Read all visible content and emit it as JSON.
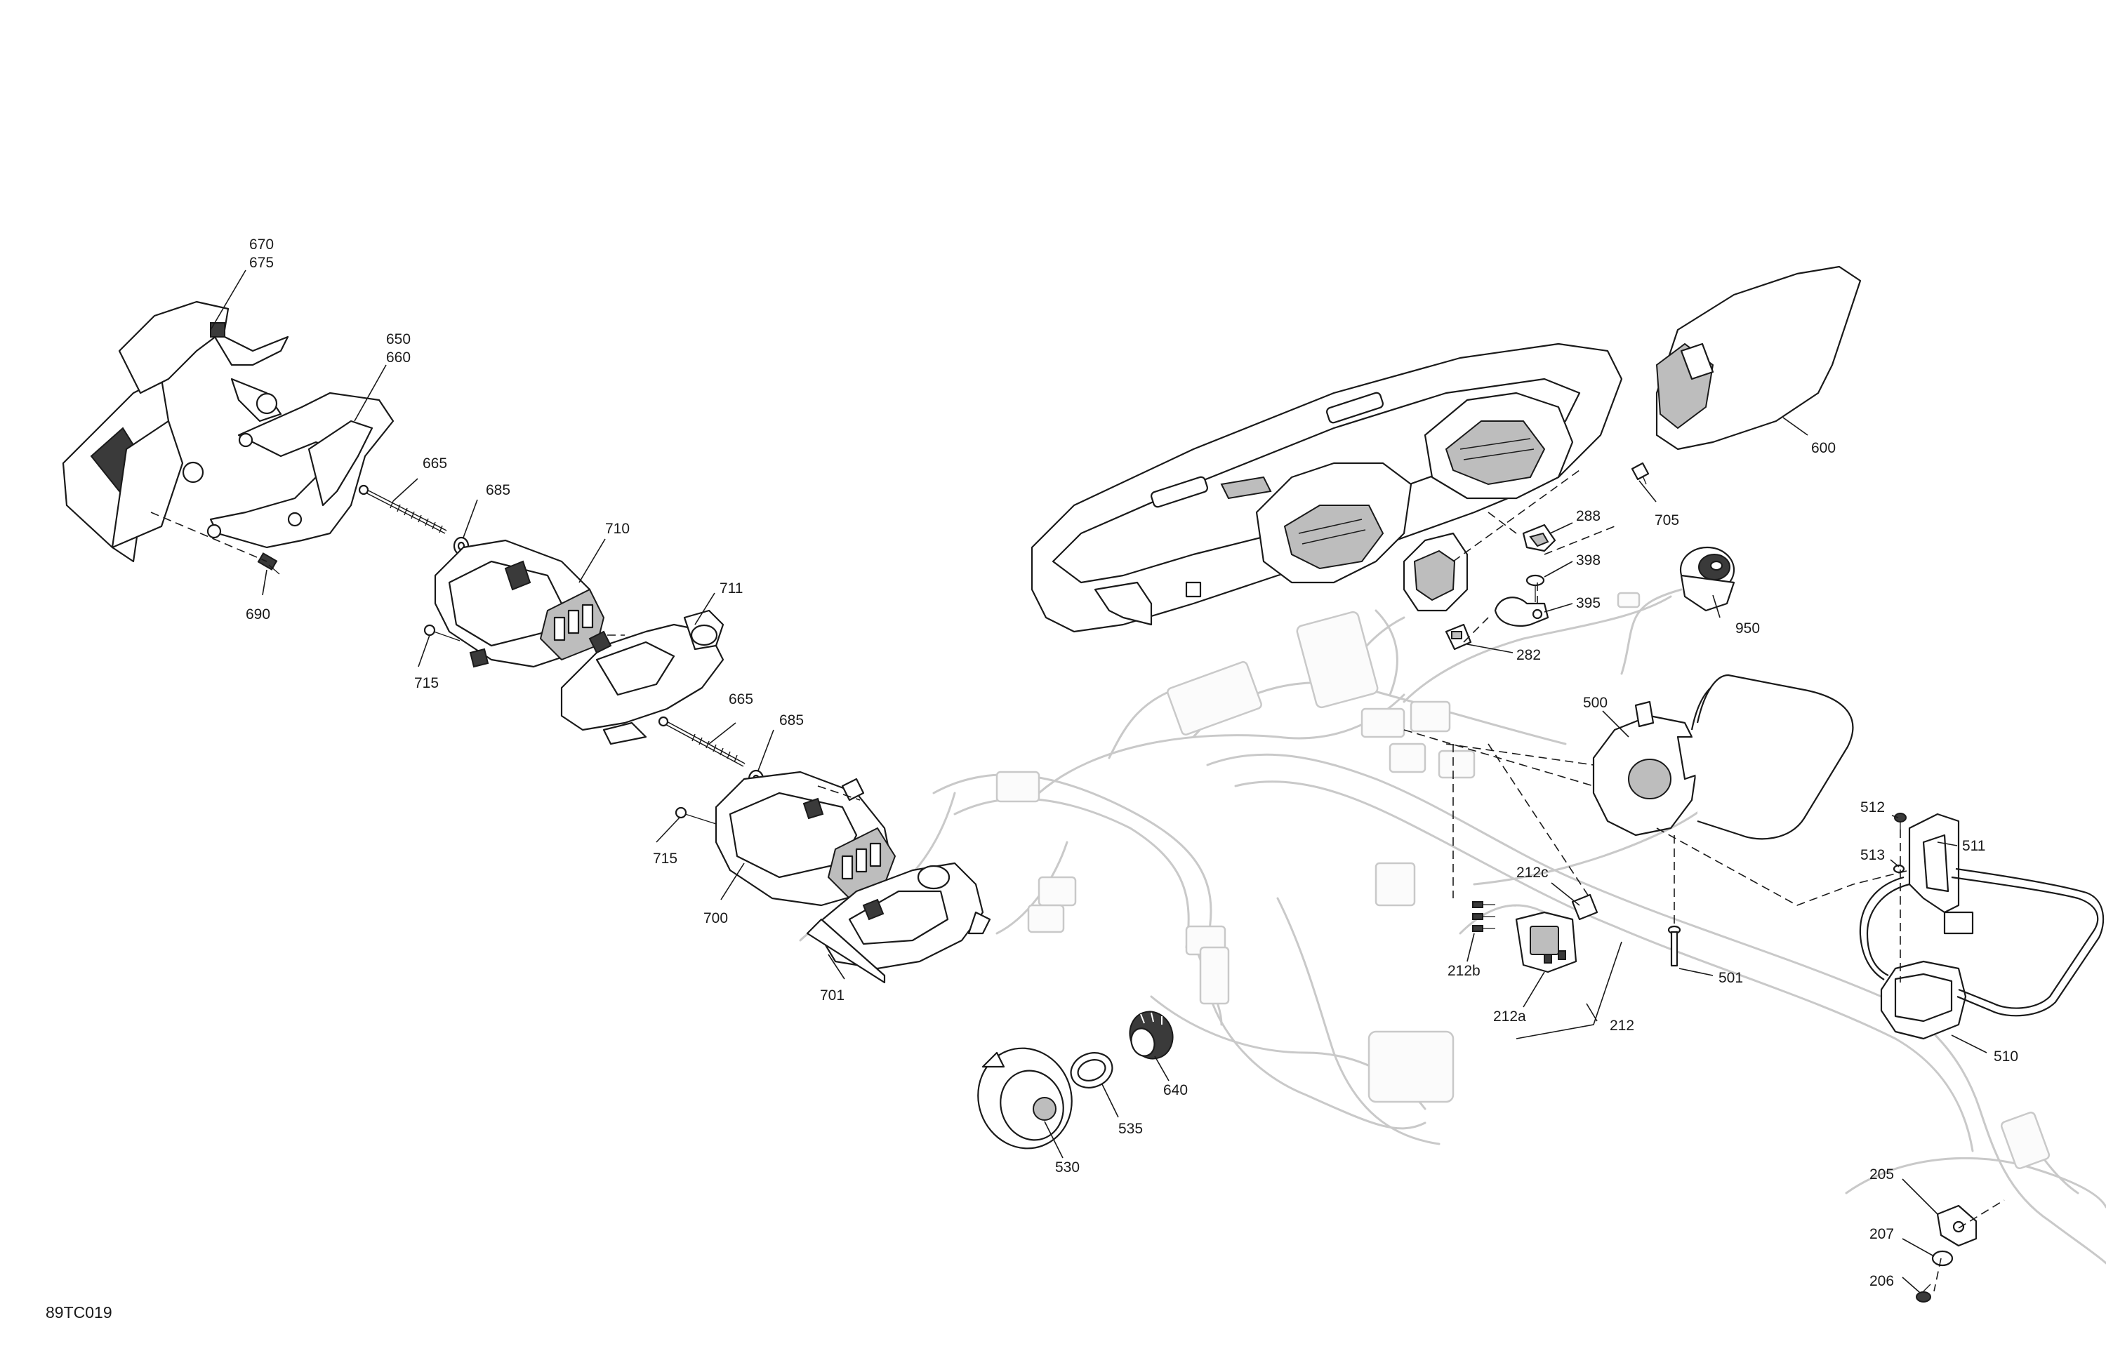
{
  "figure_code": "89TC019",
  "callouts": [
    {
      "id": "c670",
      "lines": [
        "670",
        "675"
      ]
    },
    {
      "id": "c650",
      "lines": [
        "650",
        "660"
      ]
    },
    {
      "id": "c665a",
      "lines": [
        "665"
      ]
    },
    {
      "id": "c685a",
      "lines": [
        "685"
      ]
    },
    {
      "id": "c710",
      "lines": [
        "710"
      ]
    },
    {
      "id": "c711",
      "lines": [
        "711"
      ]
    },
    {
      "id": "c690",
      "lines": [
        "690"
      ]
    },
    {
      "id": "c715a",
      "lines": [
        "715"
      ]
    },
    {
      "id": "c665b",
      "lines": [
        "665"
      ]
    },
    {
      "id": "c685b",
      "lines": [
        "685"
      ]
    },
    {
      "id": "c715b",
      "lines": [
        "715"
      ]
    },
    {
      "id": "c700",
      "lines": [
        "700"
      ]
    },
    {
      "id": "c701",
      "lines": [
        "701"
      ]
    },
    {
      "id": "c600",
      "lines": [
        "600"
      ]
    },
    {
      "id": "c705",
      "lines": [
        "705"
      ]
    },
    {
      "id": "c288",
      "lines": [
        "288"
      ]
    },
    {
      "id": "c398",
      "lines": [
        "398"
      ]
    },
    {
      "id": "c395",
      "lines": [
        "395"
      ]
    },
    {
      "id": "c950",
      "lines": [
        "950"
      ]
    },
    {
      "id": "c282",
      "lines": [
        "282"
      ]
    },
    {
      "id": "c500",
      "lines": [
        "500"
      ]
    },
    {
      "id": "c512",
      "lines": [
        "512"
      ]
    },
    {
      "id": "c511",
      "lines": [
        "511"
      ]
    },
    {
      "id": "c513",
      "lines": [
        "513"
      ]
    },
    {
      "id": "c212c",
      "lines": [
        "212c"
      ]
    },
    {
      "id": "c212b",
      "lines": [
        "212b"
      ]
    },
    {
      "id": "c501",
      "lines": [
        "501"
      ]
    },
    {
      "id": "c212a",
      "lines": [
        "212a"
      ]
    },
    {
      "id": "c212",
      "lines": [
        "212"
      ]
    },
    {
      "id": "c510",
      "lines": [
        "510"
      ]
    },
    {
      "id": "c640",
      "lines": [
        "640"
      ]
    },
    {
      "id": "c535",
      "lines": [
        "535"
      ]
    },
    {
      "id": "c530",
      "lines": [
        "530"
      ]
    },
    {
      "id": "c205",
      "lines": [
        "205"
      ]
    },
    {
      "id": "c207",
      "lines": [
        "207"
      ]
    },
    {
      "id": "c206",
      "lines": [
        "206"
      ]
    }
  ]
}
